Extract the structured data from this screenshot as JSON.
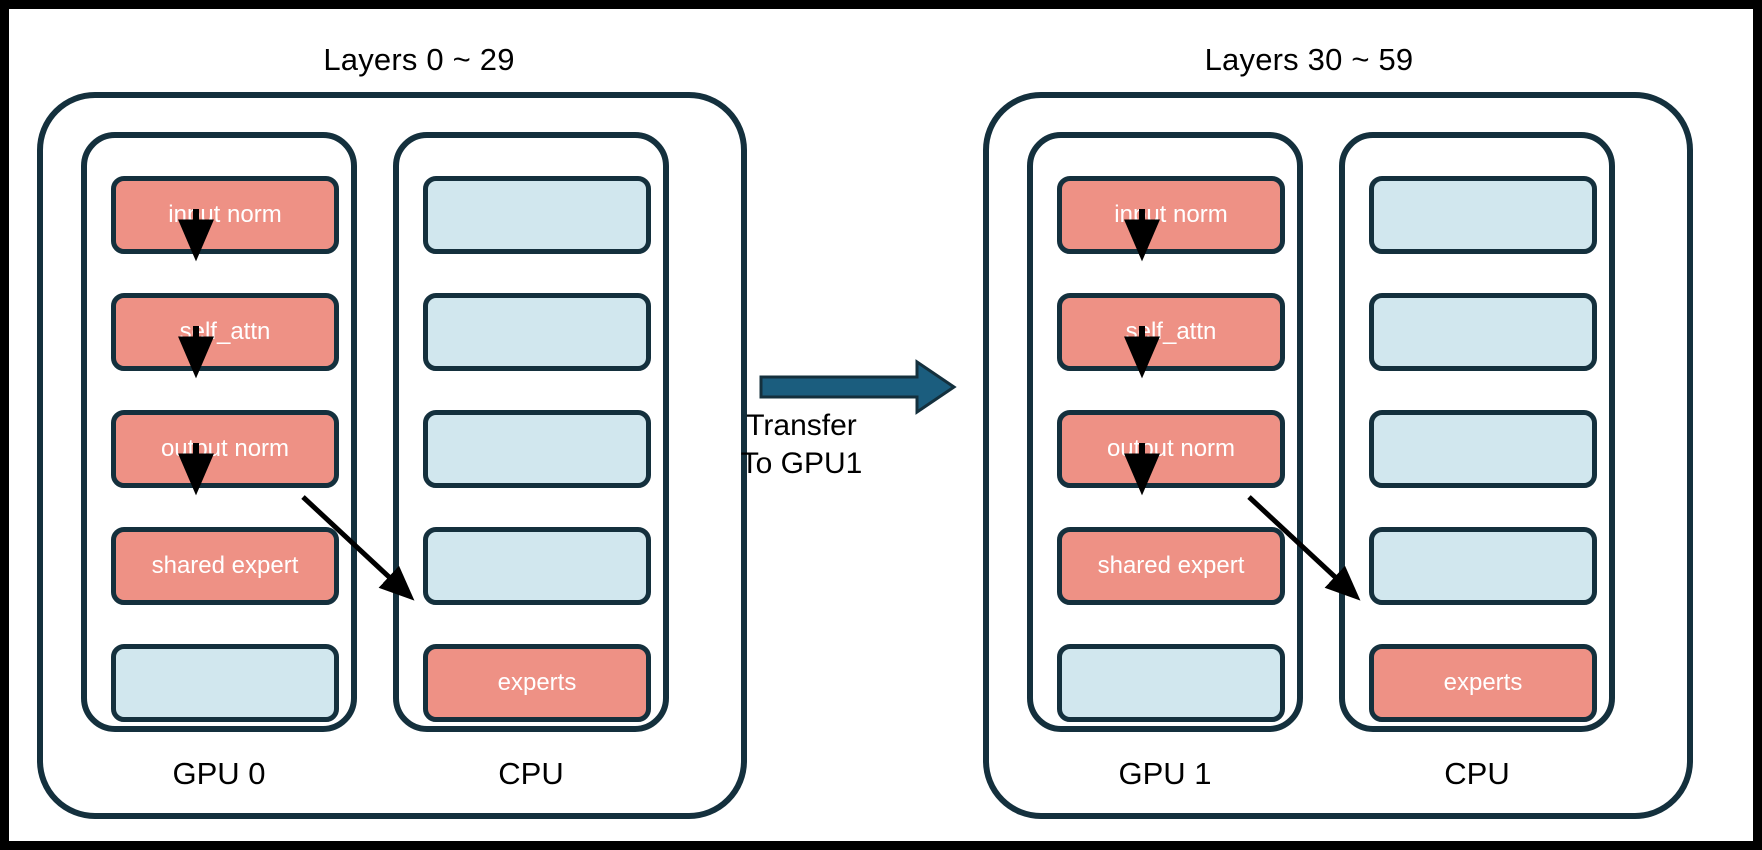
{
  "figure": {
    "type": "diagram",
    "description": "MoE model layer placement across two GPUs with CPU-offloaded experts",
    "background": "#000000",
    "canvas": "#ffffff"
  },
  "colors": {
    "outline": "#14303d",
    "active_block": "#ee9185",
    "idle_block": "#d1e7ee",
    "transfer_arrow": "#1b5d7e",
    "flow_arrow": "#000000",
    "block_text": "#ffffff",
    "label_text": "#000000"
  },
  "panels": [
    {
      "id": "panel-left",
      "title": "Layers 0 ~ 29",
      "columns": [
        {
          "id": "gpu-col-left",
          "label": "GPU 0",
          "kind": "gpu",
          "slots": [
            {
              "label": "input norm",
              "state": "active"
            },
            {
              "label": "self_attn",
              "state": "active"
            },
            {
              "label": "output norm",
              "state": "active"
            },
            {
              "label": "shared expert",
              "state": "active"
            },
            {
              "label": "",
              "state": "idle"
            }
          ]
        },
        {
          "id": "cpu-col-left",
          "label": "CPU",
          "kind": "cpu",
          "slots": [
            {
              "label": "",
              "state": "idle"
            },
            {
              "label": "",
              "state": "idle"
            },
            {
              "label": "",
              "state": "idle"
            },
            {
              "label": "",
              "state": "idle"
            },
            {
              "label": "experts",
              "state": "active"
            }
          ]
        }
      ]
    },
    {
      "id": "panel-right",
      "title": "Layers 30 ~ 59",
      "columns": [
        {
          "id": "gpu-col-right",
          "label": "GPU 1",
          "kind": "gpu",
          "slots": [
            {
              "label": "input norm",
              "state": "active"
            },
            {
              "label": "self_attn",
              "state": "active"
            },
            {
              "label": "output norm",
              "state": "active"
            },
            {
              "label": "shared expert",
              "state": "active"
            },
            {
              "label": "",
              "state": "idle"
            }
          ]
        },
        {
          "id": "cpu-col-right",
          "label": "CPU",
          "kind": "cpu",
          "slots": [
            {
              "label": "",
              "state": "idle"
            },
            {
              "label": "",
              "state": "idle"
            },
            {
              "label": "",
              "state": "idle"
            },
            {
              "label": "",
              "state": "idle"
            },
            {
              "label": "experts",
              "state": "active"
            }
          ]
        }
      ]
    }
  ],
  "transfer": {
    "line1": "Transfer",
    "line2": "To GPU1",
    "direction": "left-to-right"
  }
}
